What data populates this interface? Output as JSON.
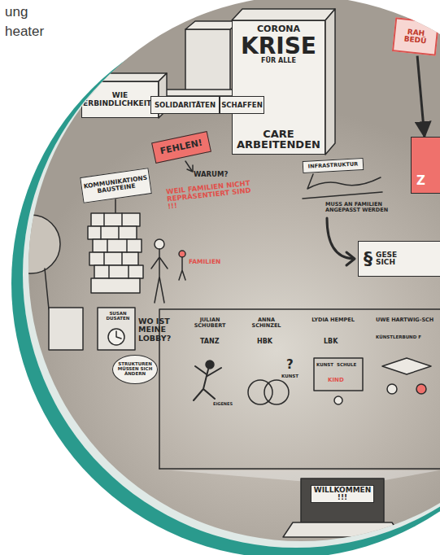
{
  "diagram": {
    "nodes": [
      {
        "text": [
          "CORONA",
          "KRISE",
          "FÜR ALLE",
          "CARE ARBEITENDEN"
        ]
      },
      {
        "text": [
          "WIE VERBINDLICHKEITEN"
        ]
      },
      {
        "text": [
          "SOLIDARITÄTEN"
        ]
      },
      {
        "text": [
          "SCHAFFEN"
        ]
      },
      {
        "text": [
          "FEHLEN!"
        ]
      },
      {
        "text": [
          "KOMMUNIKATIONS BAUSTEINE"
        ]
      },
      {
        "text": [
          "INFRASTRUKTUR"
        ]
      },
      {
        "text": [
          "RAH BEDÜ"
        ]
      },
      {
        "text": [
          "Z"
        ]
      },
      {
        "text": [
          "§",
          "GESE SICH"
        ]
      },
      {
        "text": [
          "STRUKTUREN MÜSSEN SICH ÄNDERN"
        ]
      },
      {
        "text": [
          "WILLKOMMEN !!!"
        ]
      }
    ],
    "edges": [
      {
        "from": 7,
        "to": 8,
        "arrow": "to"
      }
    ],
    "labels": [
      "ung",
      "heater",
      "WARUM?",
      "WEIL FAMILIEN NICHT REPRÄSENTIERT SIND !!!",
      "FAMILIEN",
      "MUSS AN FAMILIEN ANGEPASST WERDEN",
      "SUSAN DUSATEN",
      "WO IST MEINE LOBBY?",
      "JULIAN SCHUBERT",
      "TANZ",
      "ANNA SCHINZEL",
      "HBK",
      "?",
      "KUNST",
      "LYDIA HEMPEL",
      "LBK",
      "KUNST",
      "SCHULE",
      "KIND",
      "UWE HARTWIG-SCH",
      "KÜNSTLERBUND F",
      "EIGENES"
    ]
  }
}
